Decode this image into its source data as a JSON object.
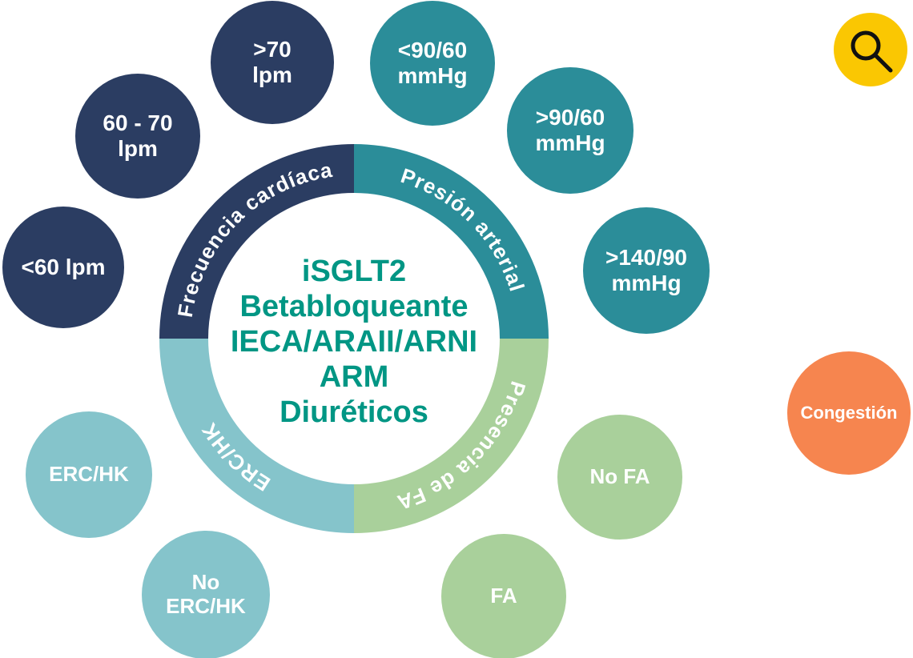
{
  "colors": {
    "navy": "#2B3D62",
    "teal": "#2B8D99",
    "green": "#A9D09B",
    "light_blue": "#85C4CB",
    "orange": "#F6854F",
    "yellow": "#FAC702",
    "center_text": "#009684",
    "label_text": "#FFFFFF",
    "icon_stroke": "#111111"
  },
  "donut": {
    "center_lines": [
      "iSGLT2",
      "Betabloqueante",
      "IECA/ARAII/ARNI",
      "ARM",
      "Diuréticos"
    ],
    "segments": [
      {
        "label": "Frecuencia cardíaca",
        "color": "#2B3D62"
      },
      {
        "label": "Presión arterial",
        "color": "#2B8D99"
      },
      {
        "label": "Presencia de FA",
        "color": "#A9D09B"
      },
      {
        "label": "ERC/HK",
        "color": "#85C4CB"
      }
    ]
  },
  "satellites": {
    "heart_rate": [
      {
        "label": ">70\nlpm"
      },
      {
        "label": "60 - 70\nlpm"
      },
      {
        "label": "<60 lpm"
      }
    ],
    "blood_pressure": [
      {
        "label": "<90/60\nmmHg"
      },
      {
        "label": ">90/60\nmmHg"
      },
      {
        "label": ">140/90\nmmHg"
      }
    ],
    "af": [
      {
        "label": "No FA"
      },
      {
        "label": "FA"
      }
    ],
    "erc": [
      {
        "label": "ERC/HK"
      },
      {
        "label": "No\nERC/HK"
      }
    ],
    "congestion": {
      "label": "Congestión"
    }
  },
  "search": {
    "icon": "magnifier"
  }
}
